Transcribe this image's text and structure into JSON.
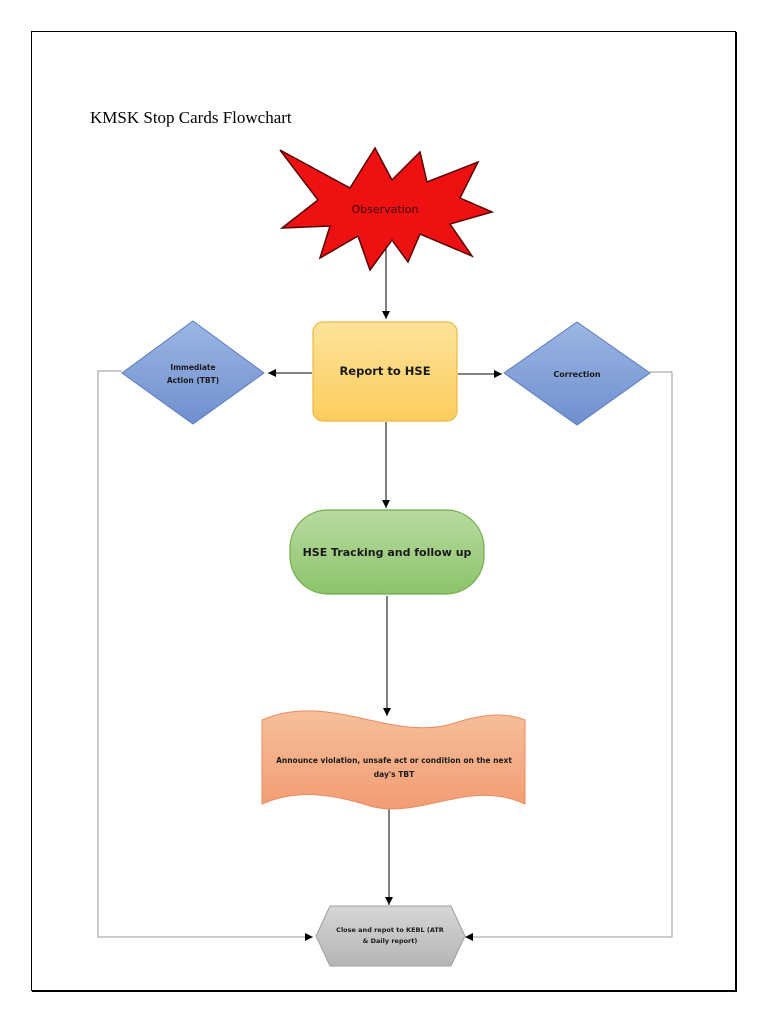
{
  "title": "KMSK Stop Cards Flowchart",
  "nodes": {
    "observation": {
      "label": "Observation",
      "fill": "#ee1111",
      "stroke": "#6a0000"
    },
    "report": {
      "label": "Report to HSE",
      "fill": "#fdd77e",
      "stroke": "#f0b840"
    },
    "immediate": {
      "label": "Immediate Action (TBT)",
      "fill": "#7f9fd6",
      "stroke": "#5a7bbf"
    },
    "correction": {
      "label": "Correction",
      "fill": "#7f9fd6",
      "stroke": "#5a7bbf"
    },
    "tracking": {
      "label": "HSE Tracking and follow up",
      "fill": "#a9d18e",
      "stroke": "#70ad47"
    },
    "announce": {
      "label": "Announce violation, unsafe act or condition on the next day's TBT",
      "fill": "#f4b183",
      "stroke": "#ed8a5c"
    },
    "close": {
      "label": "Close and repot to KEBL (ATR & Daily report)",
      "fill": "#c8c8c8",
      "stroke": "#a0a0a0"
    }
  }
}
